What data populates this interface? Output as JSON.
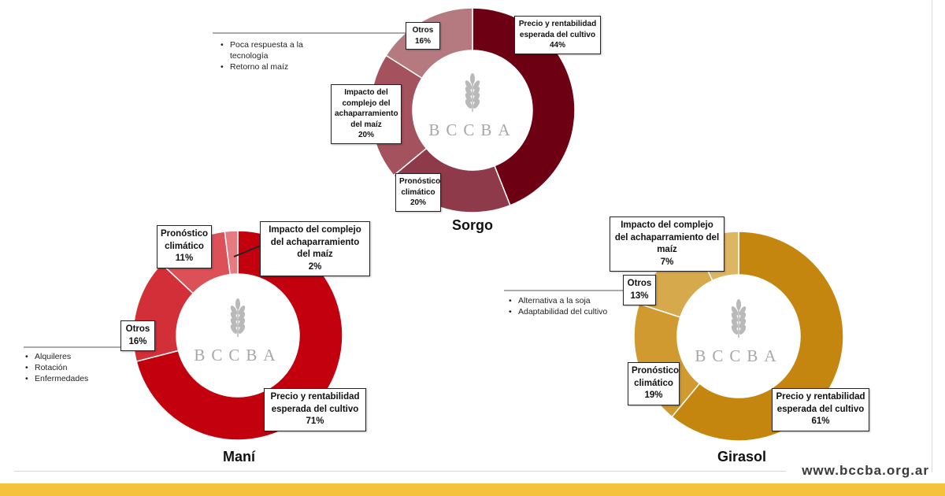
{
  "website": "www.bccba.org.ar",
  "watermark": "BCCBA",
  "colors": {
    "sorgo": [
      "#6e0014",
      "#8e3a4a",
      "#a4525d",
      "#b57a80"
    ],
    "mani": [
      "#c2000e",
      "#d32f38",
      "#dc5057",
      "#e57a80"
    ],
    "girasol": [
      "#c5860f",
      "#d09a30",
      "#d7a94d",
      "#ddb664"
    ],
    "footer_band": "#f5c33b"
  },
  "chart_data": [
    {
      "type": "pie",
      "title": "Sorgo",
      "slices": [
        {
          "label": "Precio y rentabilidad esperada del cultivo",
          "value": 44,
          "pct": "44%"
        },
        {
          "label": "Pronóstico climático",
          "value": 20,
          "pct": "20%"
        },
        {
          "label": "Impacto del complejo del achaparramiento del maíz",
          "value": 20,
          "pct": "20%"
        },
        {
          "label": "Otros",
          "value": 16,
          "pct": "16%"
        }
      ],
      "otros_detail": [
        "Poca respuesta a la tecnología",
        "Retorno al maíz"
      ]
    },
    {
      "type": "pie",
      "title": "Maní",
      "slices": [
        {
          "label": "Precio y rentabilidad esperada del cultivo",
          "value": 71,
          "pct": "71%"
        },
        {
          "label": "Otros",
          "value": 16,
          "pct": "16%"
        },
        {
          "label": "Pronóstico climático",
          "value": 11,
          "pct": "11%"
        },
        {
          "label": "Impacto del complejo del achaparramiento del maíz",
          "value": 2,
          "pct": "2%"
        }
      ],
      "otros_detail": [
        "Alquileres",
        "Rotación",
        "Enfermedades"
      ]
    },
    {
      "type": "pie",
      "title": "Girasol",
      "slices": [
        {
          "label": "Precio y rentabilidad esperada del cultivo",
          "value": 61,
          "pct": "61%"
        },
        {
          "label": "Pronóstico climático",
          "value": 19,
          "pct": "19%"
        },
        {
          "label": "Otros",
          "value": 13,
          "pct": "13%"
        },
        {
          "label": "Impacto del complejo del achaparramiento del maíz",
          "value": 7,
          "pct": "7%"
        }
      ],
      "otros_detail": [
        "Alternativa a la soja",
        "Adaptabilidad del cultivo"
      ]
    }
  ]
}
